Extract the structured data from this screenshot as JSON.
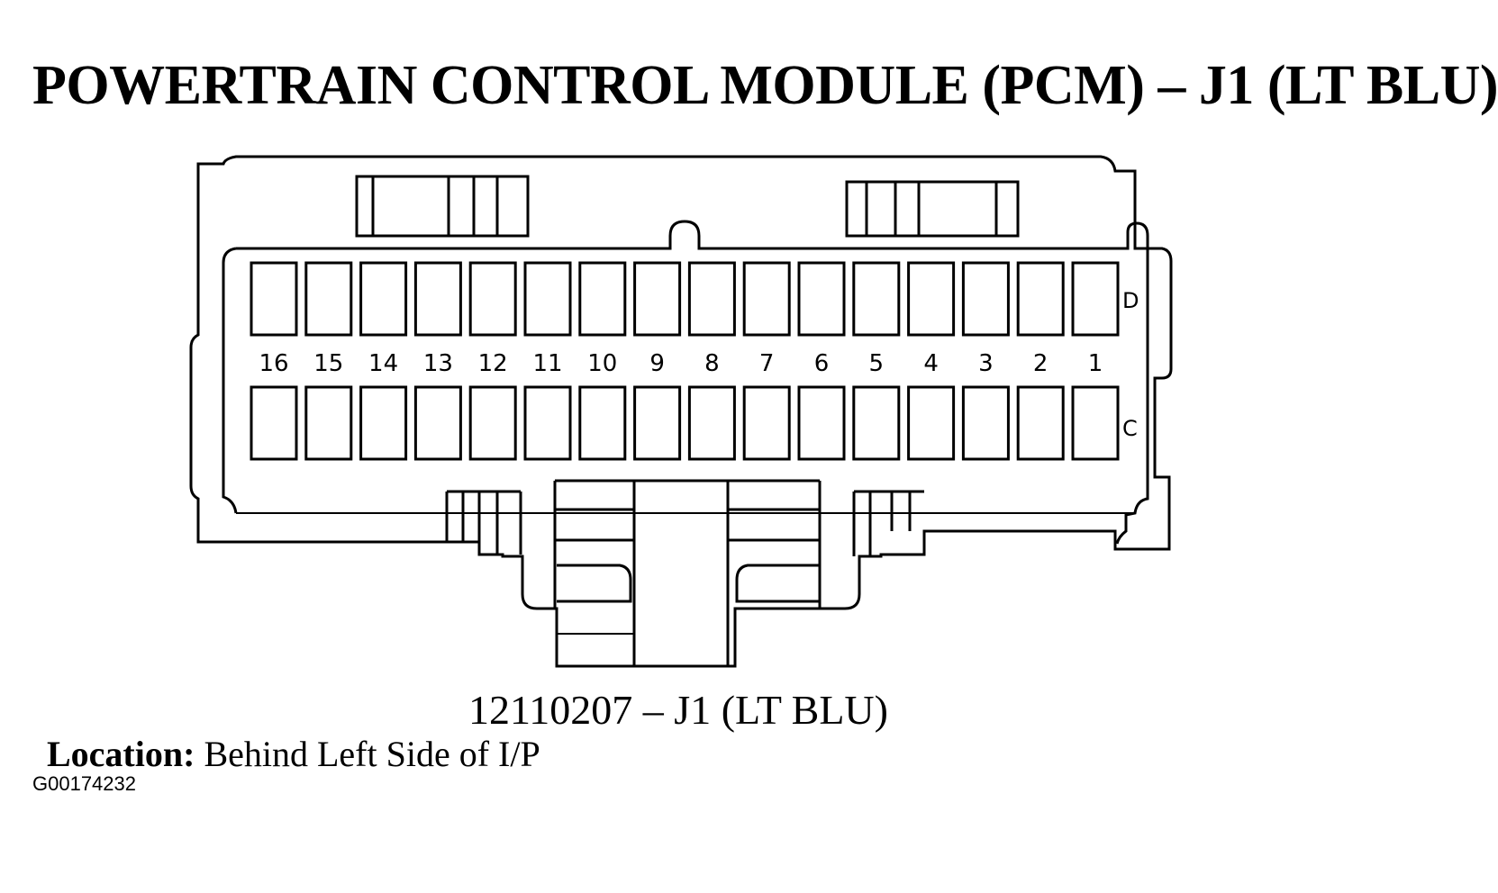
{
  "title": "POWERTRAIN CONTROL MODULE (PCM) – J1 (LT BLU)",
  "connector": {
    "rows": [
      {
        "label": "D",
        "pins": [
          16,
          15,
          14,
          13,
          12,
          11,
          10,
          9,
          8,
          7,
          6,
          5,
          4,
          3,
          2,
          1
        ]
      },
      {
        "label": "C",
        "pins": [
          16,
          15,
          14,
          13,
          12,
          11,
          10,
          9,
          8,
          7,
          6,
          5,
          4,
          3,
          2,
          1
        ]
      }
    ],
    "pin_numbers": [
      "16",
      "15",
      "14",
      "13",
      "12",
      "11",
      "10",
      "9",
      "8",
      "7",
      "6",
      "5",
      "4",
      "3",
      "2",
      "1"
    ],
    "stroke_color": "#000000"
  },
  "part_number": "12110207 – J1 (LT BLU)",
  "location": {
    "label": "Location:",
    "value": "Behind Left Side of I/P"
  },
  "image_code": "G00174232"
}
